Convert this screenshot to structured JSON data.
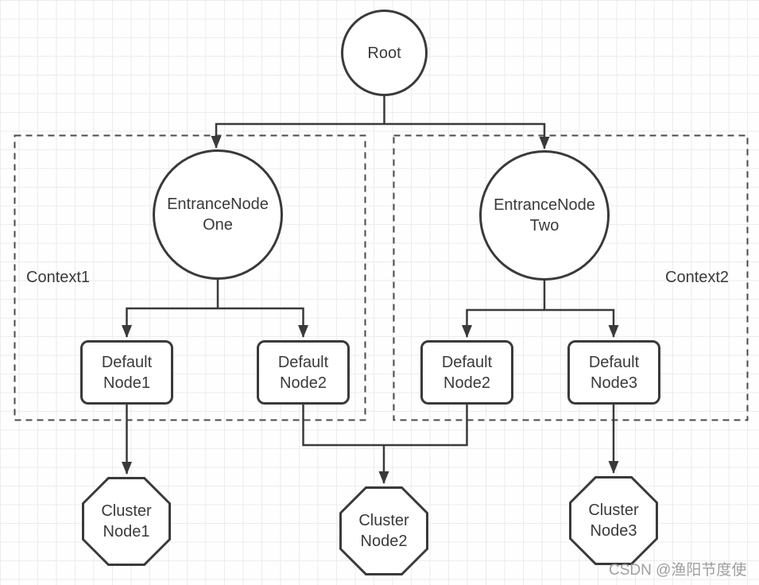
{
  "diagram": {
    "root": {
      "label": "Root"
    },
    "contexts": [
      {
        "label": "Context1"
      },
      {
        "label": "Context2"
      }
    ],
    "entrance_nodes": [
      {
        "label": "EntranceNode\nOne"
      },
      {
        "label": "EntranceNode\nTwo"
      }
    ],
    "default_nodes": [
      {
        "label": "Default\nNode1"
      },
      {
        "label": "Default\nNode2"
      },
      {
        "label": "Default\nNode2"
      },
      {
        "label": "Default\nNode3"
      }
    ],
    "cluster_nodes": [
      {
        "label": "Cluster\nNode1"
      },
      {
        "label": "Cluster\nNode2"
      },
      {
        "label": "Cluster\nNode3"
      }
    ],
    "watermark": "CSDN @渔阳节度使",
    "colors": {
      "stroke": "#3a3a3a",
      "text": "#3a3a3a",
      "watermark": "#9f9f9f",
      "grid_line": "#ececec",
      "background": "#fefefe"
    }
  }
}
